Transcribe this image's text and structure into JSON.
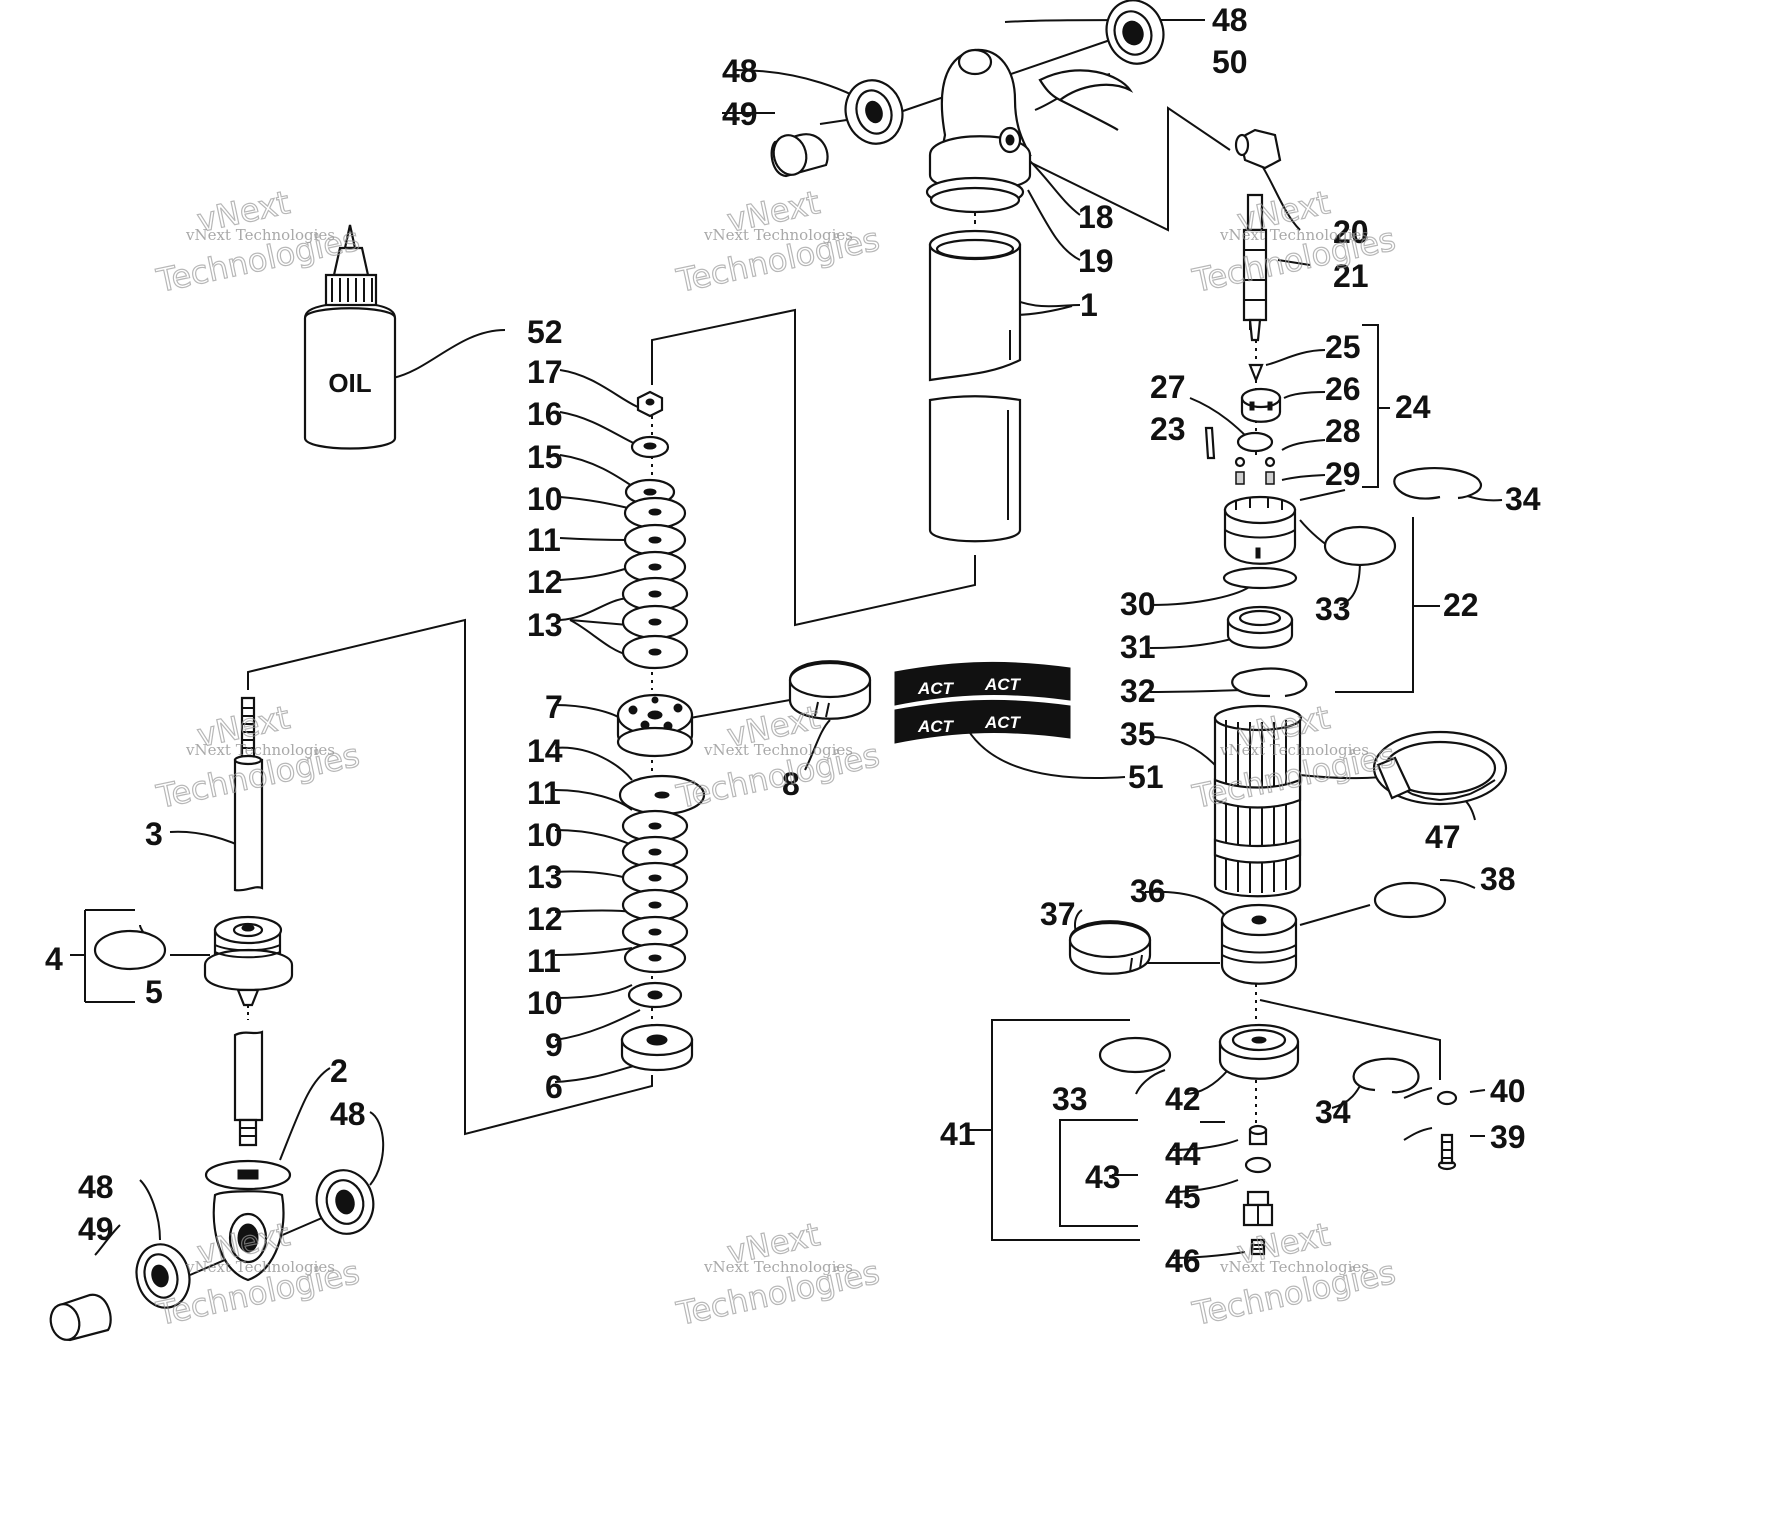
{
  "callouts": [
    {
      "label": "48"
    },
    {
      "label": "50"
    },
    {
      "label": "48"
    },
    {
      "label": "49"
    },
    {
      "label": "18"
    },
    {
      "label": "19"
    },
    {
      "label": "1"
    },
    {
      "label": "20"
    },
    {
      "label": "21"
    },
    {
      "label": "52"
    },
    {
      "label": "17"
    },
    {
      "label": "16"
    },
    {
      "label": "15"
    },
    {
      "label": "10"
    },
    {
      "label": "11"
    },
    {
      "label": "12"
    },
    {
      "label": "13"
    },
    {
      "label": "7"
    },
    {
      "label": "8"
    },
    {
      "label": "14"
    },
    {
      "label": "11"
    },
    {
      "label": "10"
    },
    {
      "label": "13"
    },
    {
      "label": "12"
    },
    {
      "label": "11"
    },
    {
      "label": "10"
    },
    {
      "label": "9"
    },
    {
      "label": "6"
    },
    {
      "label": "25"
    },
    {
      "label": "26"
    },
    {
      "label": "27"
    },
    {
      "label": "24"
    },
    {
      "label": "23"
    },
    {
      "label": "28"
    },
    {
      "label": "29"
    },
    {
      "label": "34"
    },
    {
      "label": "22"
    },
    {
      "label": "33"
    },
    {
      "label": "30"
    },
    {
      "label": "31"
    },
    {
      "label": "32"
    },
    {
      "label": "35"
    },
    {
      "label": "51"
    },
    {
      "label": "47"
    },
    {
      "label": "36"
    },
    {
      "label": "38"
    },
    {
      "label": "37"
    },
    {
      "label": "3"
    },
    {
      "label": "4"
    },
    {
      "label": "5"
    },
    {
      "label": "2"
    },
    {
      "label": "48"
    },
    {
      "label": "48"
    },
    {
      "label": "49"
    },
    {
      "label": "40"
    },
    {
      "label": "39"
    },
    {
      "label": "41"
    },
    {
      "label": "33"
    },
    {
      "label": "42"
    },
    {
      "label": "34"
    },
    {
      "label": "43"
    },
    {
      "label": "44"
    },
    {
      "label": "45"
    },
    {
      "label": "46"
    }
  ],
  "oil_bottle_label": "OIL",
  "decal_text": "ACT",
  "watermark": {
    "line1": "vNext",
    "line2": "vNext Technologies",
    "line3": "Technologies"
  }
}
